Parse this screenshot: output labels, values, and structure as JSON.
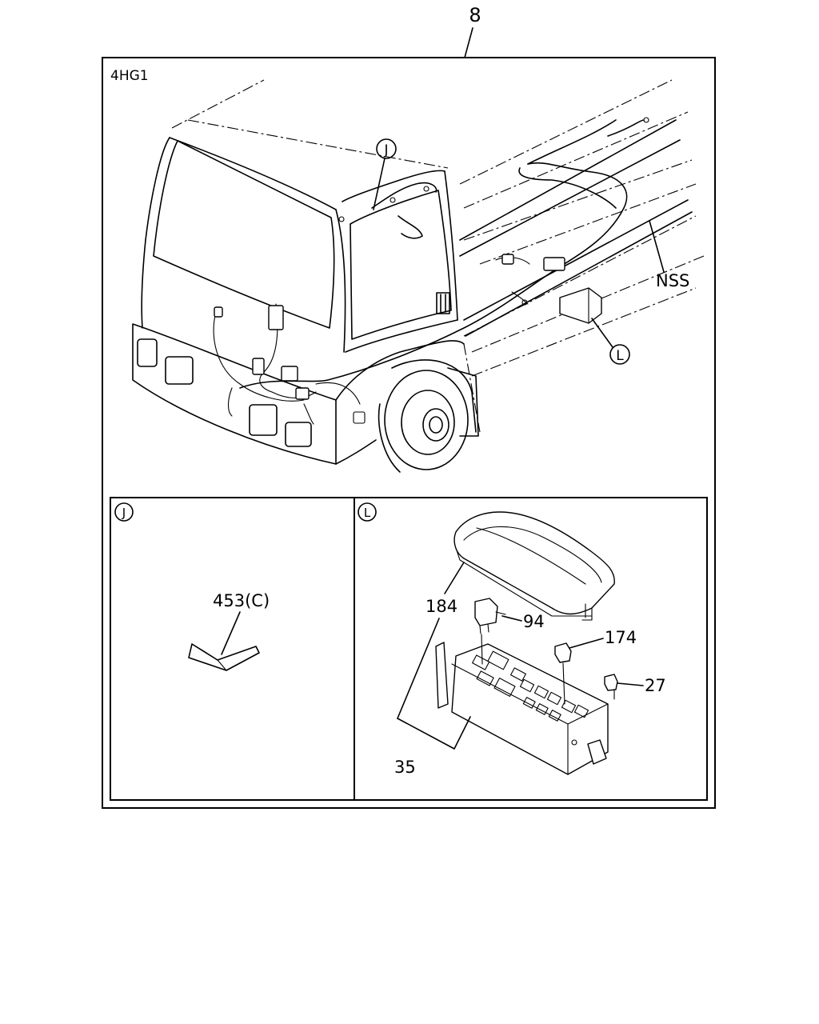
{
  "diagram": {
    "ref_top": "8",
    "engine_label": "4HG1",
    "callouts": {
      "J": "J",
      "L": "L",
      "NSS": "NSS"
    },
    "detail_j": {
      "marker": "J",
      "part": "453(C)"
    },
    "detail_l": {
      "marker": "L",
      "parts": {
        "p184": "184",
        "p94": "94",
        "p174": "174",
        "p27": "27",
        "p35": "35"
      }
    }
  }
}
